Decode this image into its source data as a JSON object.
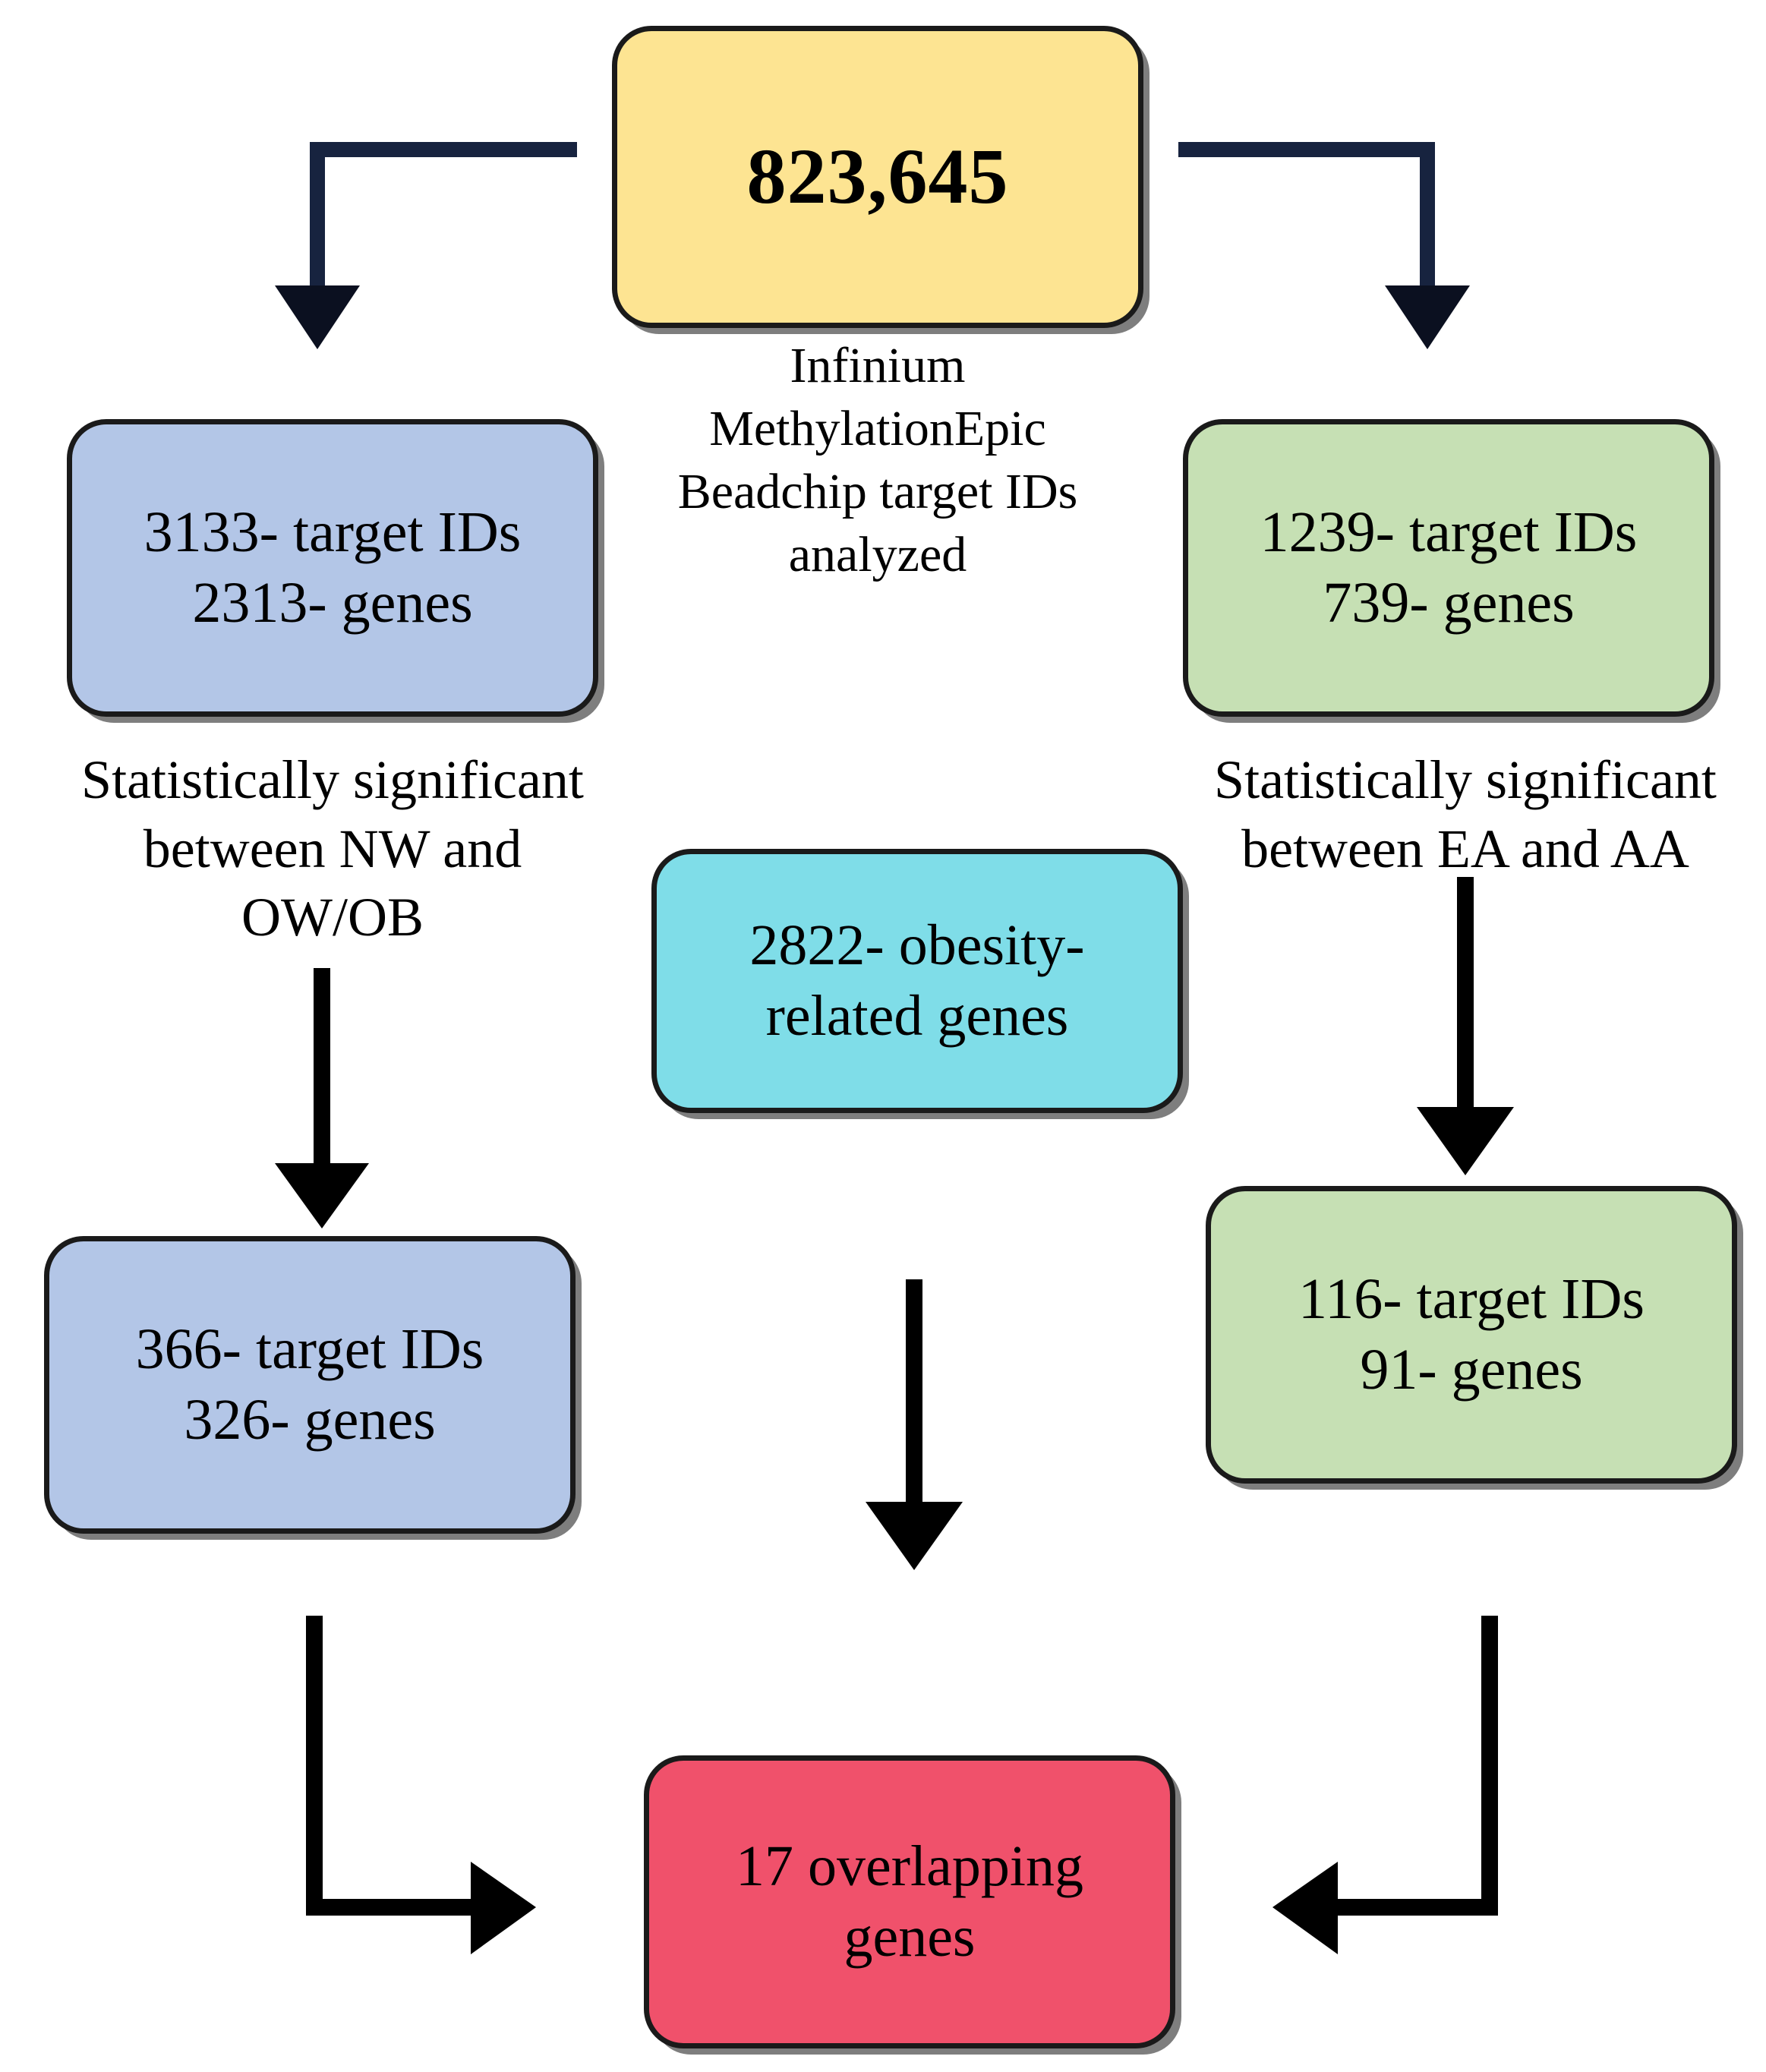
{
  "figure": {
    "type": "flowchart",
    "orientation": "top-down",
    "background": "#ffffff"
  },
  "colors": {
    "root_fill": "#FDE492",
    "blue_fill": "#B3C6E7",
    "green_fill": "#C6E0B4",
    "cyan_fill": "#7FDDE8",
    "red_fill": "#F0516B",
    "border": "#1a1a1a",
    "navy_arrow": "#17233f",
    "black_arrow": "#000000"
  },
  "nodes": {
    "root": {
      "label": "823,645",
      "caption": "Infinium\nMethylationEpic\nBeadchip target IDs\nanalyzed"
    },
    "left_top": {
      "label": "3133- target IDs\n2313- genes",
      "caption": "Statistically significant\nbetween NW and\nOW/OB"
    },
    "right_top": {
      "label": "1239- target IDs\n739- genes",
      "caption": "Statistically significant\nbetween EA and AA"
    },
    "center": {
      "label": "2822- obesity-\nrelated genes"
    },
    "left_bottom": {
      "label": "366- target IDs\n326- genes"
    },
    "right_bottom": {
      "label": "116- target IDs\n91- genes"
    },
    "final": {
      "label": "17 overlapping\ngenes"
    }
  },
  "edges": [
    {
      "name": "root-to-left-top",
      "style": "elbow-left-down",
      "color": "#17233f",
      "arrow": "down"
    },
    {
      "name": "root-to-right-top",
      "style": "elbow-right-down",
      "color": "#17233f",
      "arrow": "down"
    },
    {
      "name": "left-top-to-left-bottom",
      "style": "straight-down",
      "color": "#000000",
      "arrow": "down"
    },
    {
      "name": "right-top-to-right-bottom",
      "style": "straight-down",
      "color": "#000000",
      "arrow": "down"
    },
    {
      "name": "center-to-final",
      "style": "straight-down",
      "color": "#000000",
      "arrow": "down"
    },
    {
      "name": "left-bottom-to-final",
      "style": "elbow-down-right",
      "color": "#000000",
      "arrow": "right"
    },
    {
      "name": "right-bottom-to-final",
      "style": "elbow-down-left",
      "color": "#000000",
      "arrow": "left"
    }
  ]
}
